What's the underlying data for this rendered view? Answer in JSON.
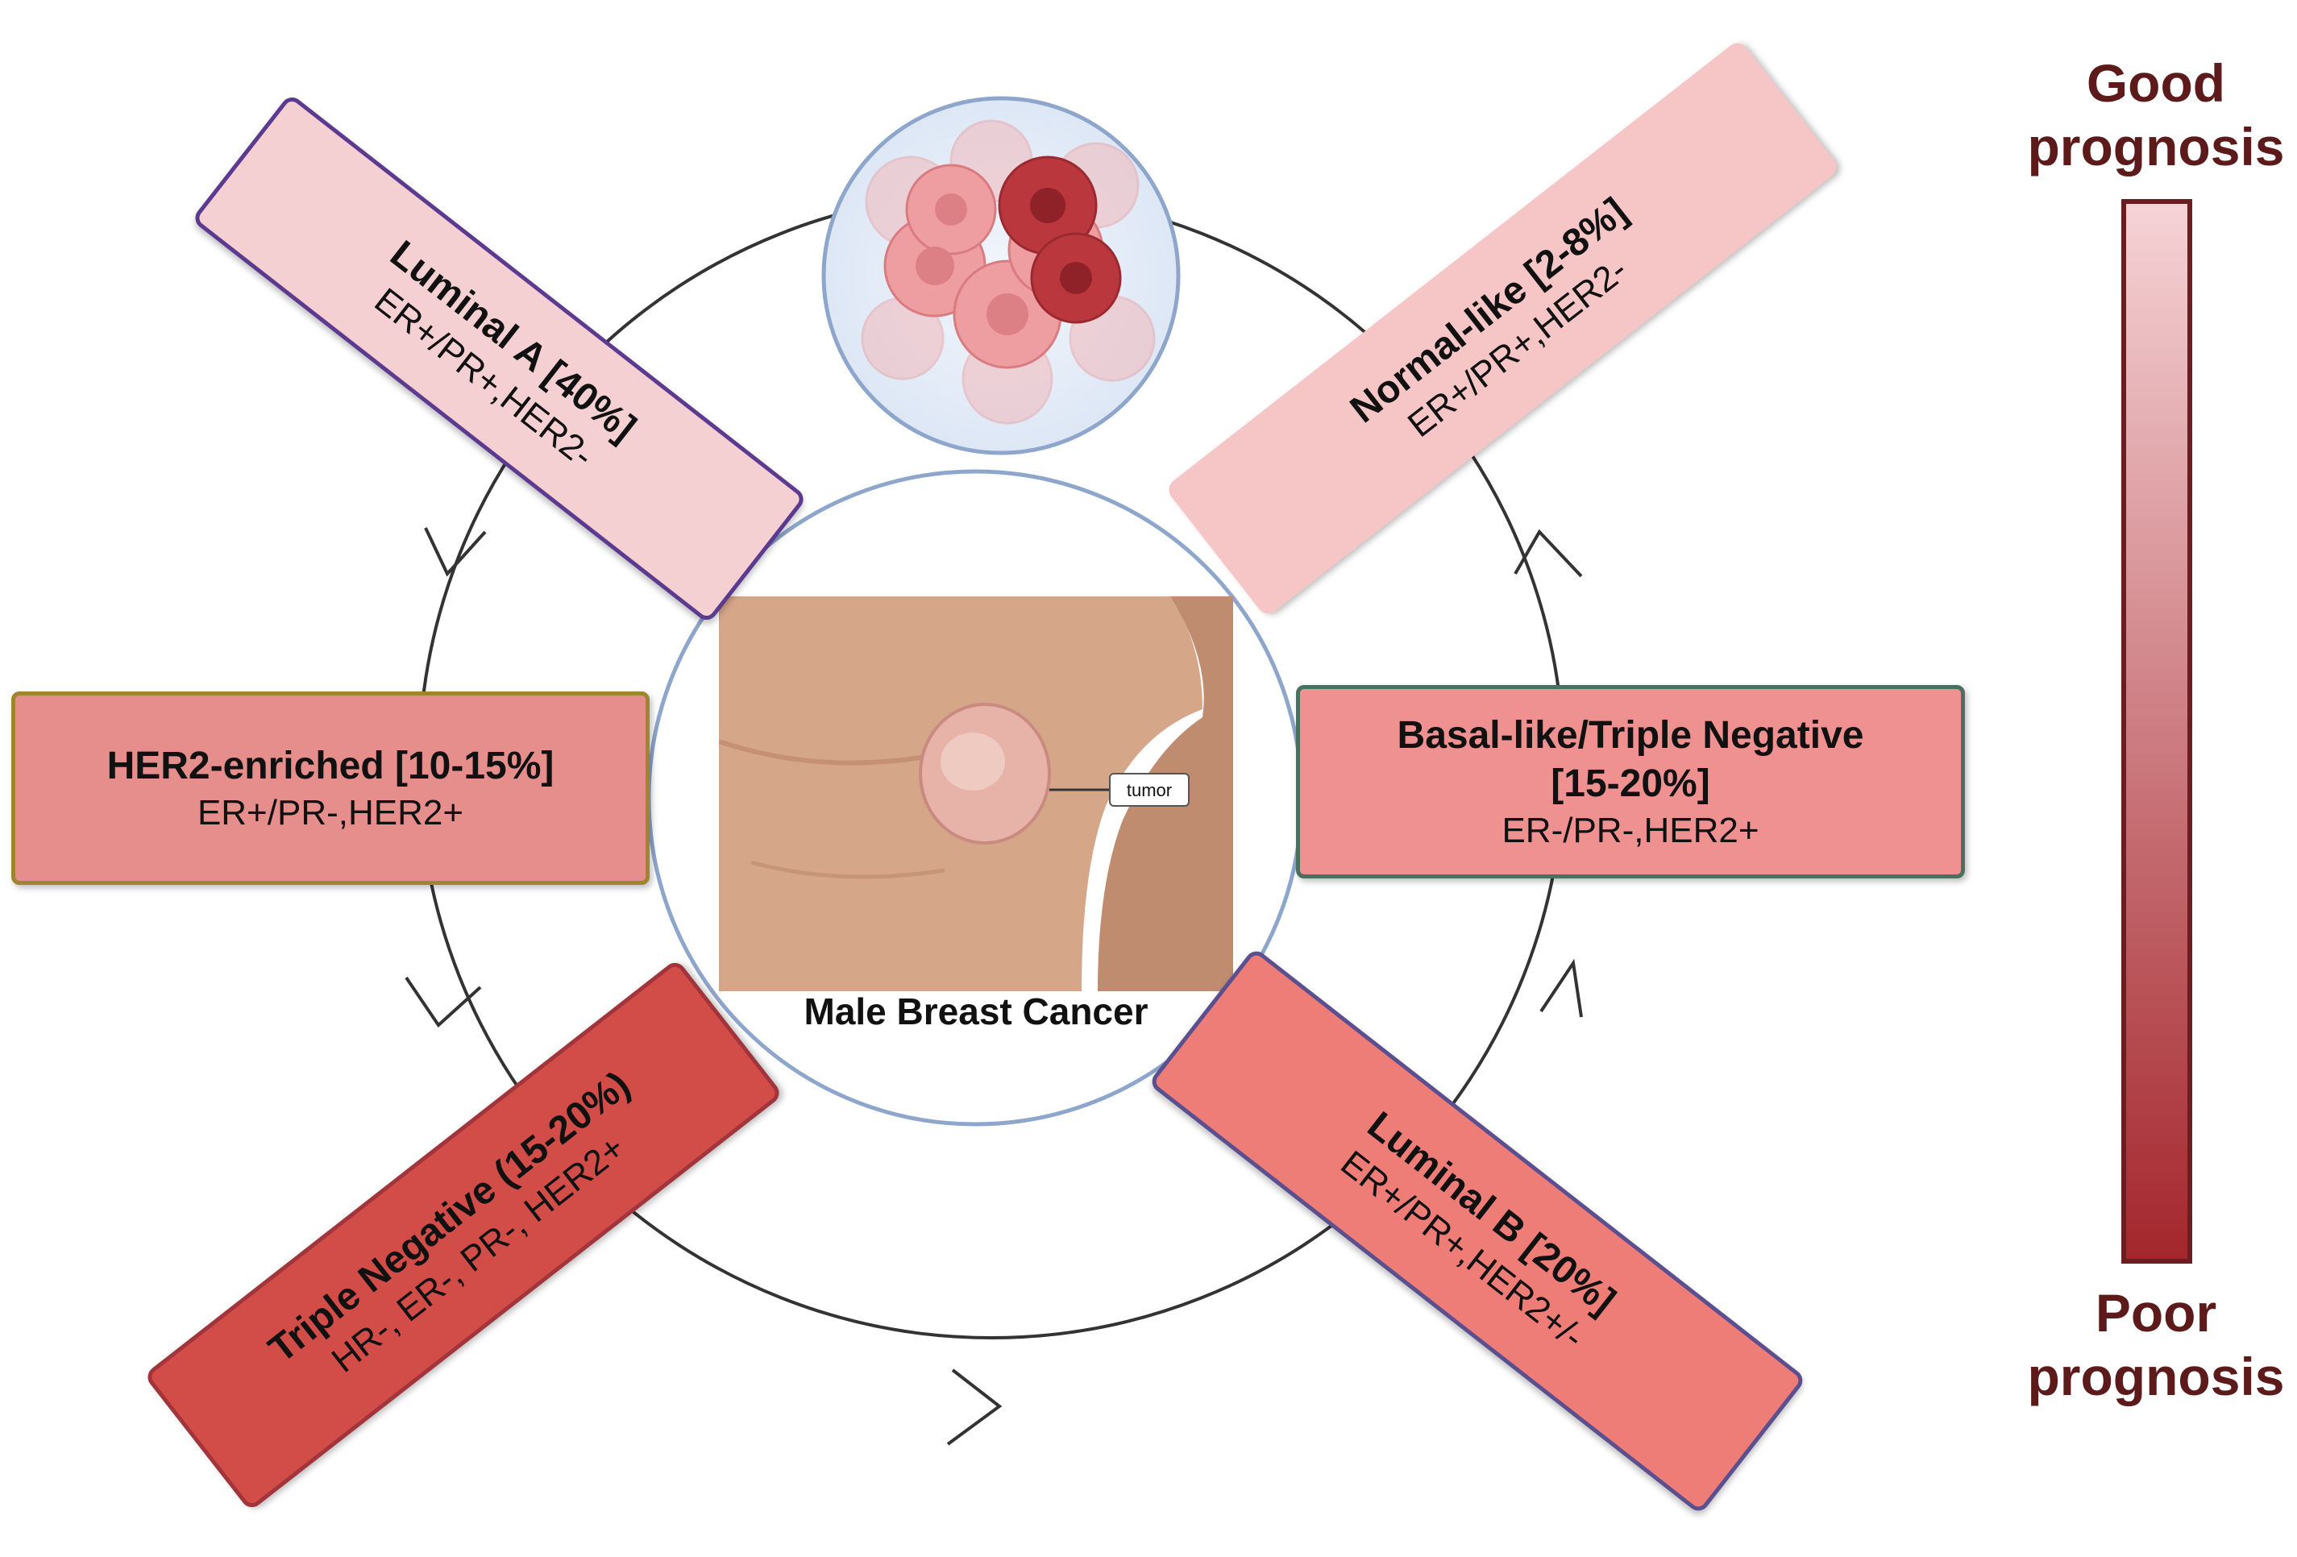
{
  "boxes": {
    "luminal_a": {
      "title": "Luminal A [40%]",
      "sub": "ER+/PR+,HER2-"
    },
    "normal_like": {
      "title": "Normal-like [2-8%]",
      "sub": "ER+/PR+,HER2-"
    },
    "her2_enriched": {
      "title": "HER2-enriched [10-15%]",
      "sub": "ER+/PR-,HER2+"
    },
    "basal_like": {
      "title": "Basal-like/Triple Negative",
      "title2": "[15-20%]",
      "sub": "ER-/PR-,HER2+"
    },
    "triple_negative": {
      "title": "Triple Negative (15-20%)",
      "sub": "HR-, ER-, PR-, HER2+"
    },
    "luminal_b": {
      "title": "Luminal B [20%]",
      "sub": "ER+/PR+,HER2+/-"
    }
  },
  "center": {
    "caption": "Male Breast Cancer",
    "tumor_label": "tumor"
  },
  "prognosis": {
    "good_line1": "Good",
    "good_line2": "prognosis",
    "poor_line1": "Poor",
    "poor_line2": "prognosis"
  },
  "colors": {
    "luminal_a": "#f4d0d2",
    "normal_like": "#f6c6c6",
    "her2_enriched": "#e58e8c",
    "basal_like": "#ee9190",
    "triple_negative": "#d24d48",
    "luminal_b": "#ee7d77",
    "bar_top": "#f6d3d6",
    "bar_bottom": "#a3262c",
    "prognosis_text": "#5c1a1a"
  }
}
